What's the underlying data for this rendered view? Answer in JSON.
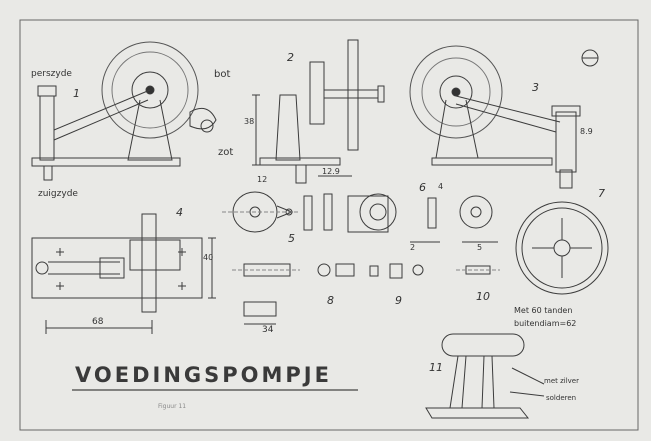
{
  "sheet": {
    "title": "VOEDINGSPOMPJE",
    "caption": "Figuur 11",
    "labels": {
      "perszyde": "perszyde",
      "zuigzyde": "zuigzyde",
      "bot": "bot",
      "zot": "zot",
      "tandwiel_tanden": "Met 60 tanden",
      "tandwiel_diam": "buitendiam=62",
      "met_zilver": "met zilver",
      "solderen": "solderen"
    },
    "part_numbers": [
      "1",
      "2",
      "3",
      "4",
      "5",
      "6",
      "7",
      "8",
      "9",
      "10",
      "11"
    ],
    "dimensions": {
      "d_12_9": "12.9",
      "d_12": "12",
      "d_4": "4",
      "d_2": "2",
      "d_5": "5",
      "d_40": "40",
      "d_68": "68",
      "d_34": "34",
      "d_8_9": "8.9",
      "d_38": "38"
    }
  },
  "colors": {
    "paper": "#e9e9e6",
    "ink": "#3a3a3a"
  }
}
